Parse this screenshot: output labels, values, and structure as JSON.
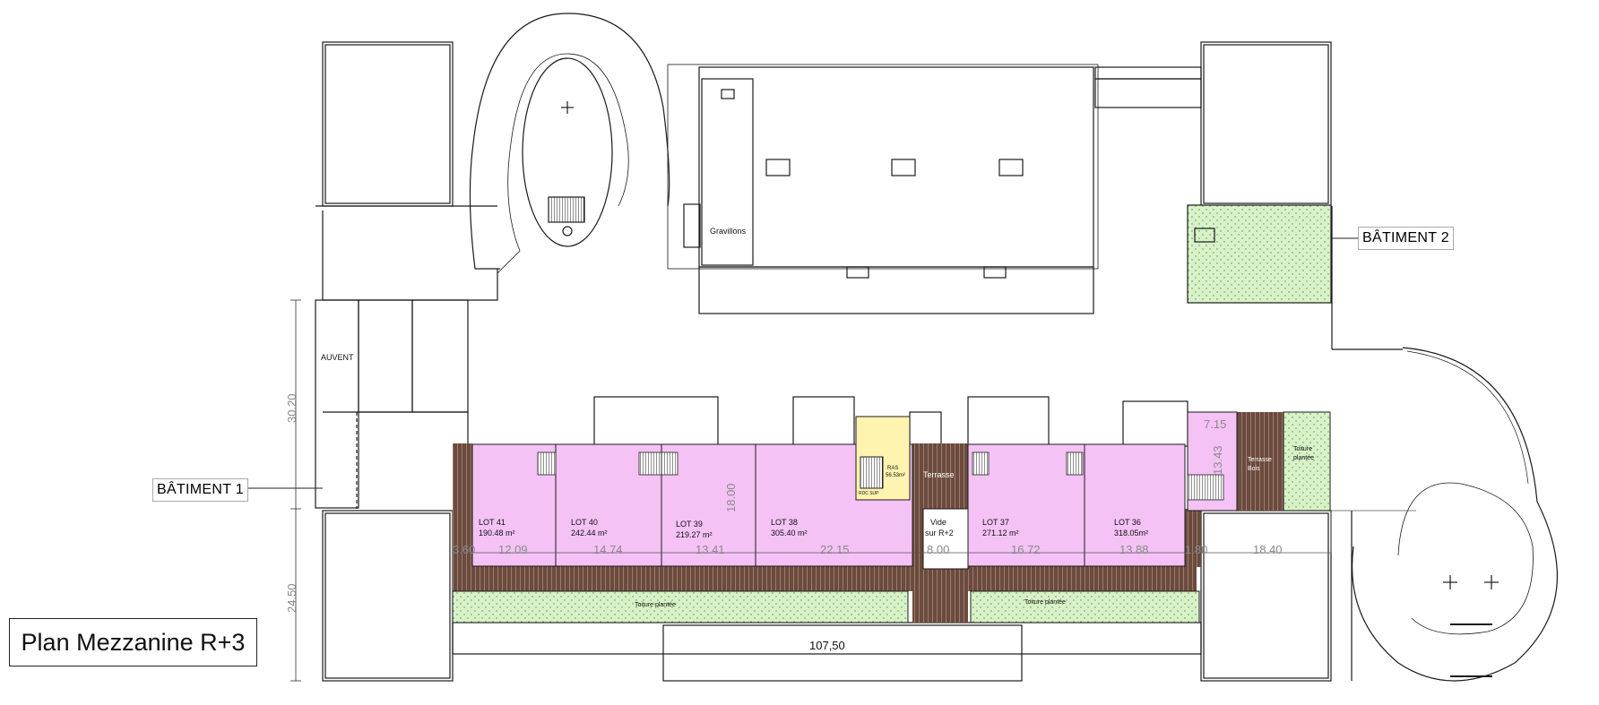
{
  "title": "Plan Mezzanine R+3",
  "buildings": {
    "b1": "BÂTIMENT 1",
    "b2": "BÂTIMENT 2"
  },
  "labels": {
    "auvent": "AUVENT",
    "gravillons": "Gravillons",
    "terrasse": "Terrasse",
    "terrasse_bois_1": "Terrasse",
    "terrasse_bois_2": "Bois",
    "toiture_1": "Toiture",
    "toiture_2": "plantée",
    "toiture_plantee_left": "Toiture plantée",
    "toiture_plantee_right": "Toiture plantée",
    "vide_1": "Vide",
    "vide_2": "sur R+2",
    "ras": "RAS",
    "ras_area": "56.53m²",
    "rhc": "RDC SUP"
  },
  "lots": [
    {
      "name": "LOT 41",
      "area": "190.48 m²"
    },
    {
      "name": "LOT 40",
      "area": "242.44 m²"
    },
    {
      "name": "LOT 39",
      "area": "219.27 m²"
    },
    {
      "name": "LOT 38",
      "area": "305.40 m²"
    },
    {
      "name": "LOT 37",
      "area": "271.12 m²"
    },
    {
      "name": "LOT 36",
      "area": "318.05m²"
    }
  ],
  "dimensions": {
    "d1": "3.60",
    "d2": "12.09",
    "d3": "14.74",
    "d4": "13.41",
    "d5": "22.15",
    "d6": "8.00",
    "d7": "16.72",
    "d8": "13.88",
    "d9": "1.80",
    "d10": "18.40",
    "h1": "18.00",
    "h2": "13.43",
    "w1": "7.15",
    "v1": "30.20",
    "v2": "24.50",
    "total": "107,50"
  },
  "colors": {
    "lot_fill": "#f4c2f4",
    "deck_fill": "#6b4b3e",
    "green_fill": "#d8f2c8",
    "core_fill": "#fff3b0",
    "line": "#1a1a1a"
  }
}
